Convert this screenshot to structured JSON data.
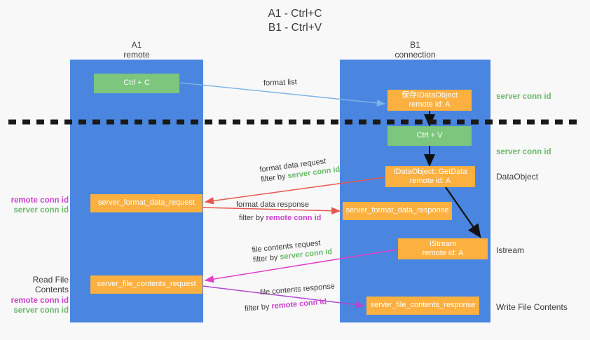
{
  "title": {
    "line1": "A1 - Ctrl+C",
    "line2": "B1 - Ctrl+V"
  },
  "lanes": [
    {
      "name": "A1",
      "sub": "remote",
      "color": "#4a86e0"
    },
    {
      "name": "B1",
      "sub": "connection",
      "color": "#4a86e0"
    }
  ],
  "nodes": {
    "ctrl_c": {
      "label": "Ctrl + C",
      "color": "#7dc67d"
    },
    "idataobject": {
      "line1": "保存IDataObject",
      "line2": "remote id: A",
      "color": "#fbb040"
    },
    "ctrl_v": {
      "label": "Ctrl + V",
      "color": "#7dc67d"
    },
    "getdata": {
      "line1": "IDataObject::GetData",
      "line2": "remote id: A",
      "color": "#fbb040"
    },
    "istream": {
      "line1": "IStream",
      "line2": "remote id: A",
      "color": "#fbb040"
    },
    "format_data_request": {
      "label": "server_format_data_request",
      "color": "#fbb040"
    },
    "format_data_response": {
      "label": "server_format_data_response",
      "color": "#fbb040"
    },
    "file_contents_request": {
      "label": "server_file_contents_request",
      "color": "#fbb040"
    },
    "file_contents_response": {
      "label": "server_file_contents_response",
      "color": "#fbb040"
    }
  },
  "edges": {
    "format_list": {
      "label": "format list",
      "color": "#7fb3e8"
    },
    "format_data_request": {
      "line1": "format data request",
      "filter_prefix": "filter by ",
      "filter_value": "server conn id",
      "color": "#e8584f"
    },
    "format_data_response": {
      "line1": "format data response",
      "filter_prefix": "filter by ",
      "filter_value": "remote conn id",
      "color": "#e8584f"
    },
    "file_contents_request": {
      "line1": "file contents request",
      "filter_prefix": "filter by ",
      "filter_value": "server conn id",
      "color": "#e040c8"
    },
    "file_contents_response": {
      "line1": "file contents response",
      "filter_prefix": "filter by ",
      "filter_value": "remote conn id",
      "color": "#b04ad0"
    }
  },
  "annotations": {
    "server_conn_id_top": "server conn id",
    "server_conn_id_mid": "server conn id",
    "dataobject": "DataObject",
    "istream": "Istream",
    "write_file_contents": "Write File Contents",
    "read_file_contents": "Read File Contents",
    "remote_conn_id": "remote conn id",
    "server_conn_id": "server conn id"
  },
  "colors": {
    "lane": "#4a86e0",
    "green_node": "#7dc67d",
    "orange_node": "#fbb040",
    "green_text": "#6aba6a",
    "purple_text": "#cc44cc",
    "red_arrow": "#e8584f",
    "magenta_arrow": "#e040c8",
    "violet_arrow": "#b04ad0",
    "blue_arrow": "#7fb3e8",
    "background": "#f8f8f8",
    "divider": "#1a1a1a"
  }
}
